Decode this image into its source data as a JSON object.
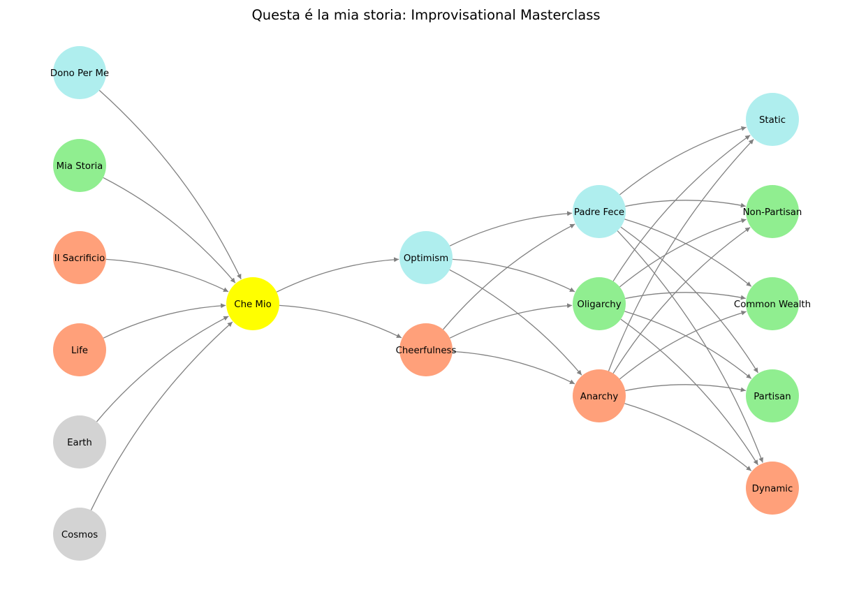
{
  "diagram": {
    "title": "Questa é la mia storia: Improvisational Masterclass",
    "colors": {
      "cyan": "#afeeee",
      "green": "#90ee90",
      "salmon": "#ffa07a",
      "grey": "#d3d3d3",
      "yellow": "#ffff00",
      "edge": "#808080"
    },
    "nodes": [
      {
        "id": "cosmos",
        "label": "Cosmos",
        "color": "grey"
      },
      {
        "id": "earth",
        "label": "Earth",
        "color": "grey"
      },
      {
        "id": "life",
        "label": "Life",
        "color": "salmon"
      },
      {
        "id": "il-sacrificio",
        "label": "Il Sacrificio",
        "color": "salmon"
      },
      {
        "id": "mia-storia",
        "label": "Mia Storia",
        "color": "green"
      },
      {
        "id": "dono-per-me",
        "label": "Dono Per Me",
        "color": "cyan"
      },
      {
        "id": "che-mio",
        "label": "Che Mio",
        "color": "yellow"
      },
      {
        "id": "cheerfulness",
        "label": "Cheerfulness",
        "color": "salmon"
      },
      {
        "id": "optimism",
        "label": "Optimism",
        "color": "cyan"
      },
      {
        "id": "anarchy",
        "label": "Anarchy",
        "color": "salmon"
      },
      {
        "id": "oligarchy",
        "label": "Oligarchy",
        "color": "green"
      },
      {
        "id": "padre-fece",
        "label": "Padre Fece",
        "color": "cyan"
      },
      {
        "id": "dynamic",
        "label": "Dynamic",
        "color": "salmon"
      },
      {
        "id": "partisan",
        "label": "Partisan",
        "color": "green"
      },
      {
        "id": "common-wealth",
        "label": "Common Wealth",
        "color": "green"
      },
      {
        "id": "non-partisan",
        "label": "Non-Partisan",
        "color": "green"
      },
      {
        "id": "static",
        "label": "Static",
        "color": "cyan"
      }
    ],
    "edges": [
      [
        "cosmos",
        "che-mio"
      ],
      [
        "earth",
        "che-mio"
      ],
      [
        "life",
        "che-mio"
      ],
      [
        "il-sacrificio",
        "che-mio"
      ],
      [
        "mia-storia",
        "che-mio"
      ],
      [
        "dono-per-me",
        "che-mio"
      ],
      [
        "che-mio",
        "cheerfulness"
      ],
      [
        "che-mio",
        "optimism"
      ],
      [
        "cheerfulness",
        "anarchy"
      ],
      [
        "cheerfulness",
        "oligarchy"
      ],
      [
        "cheerfulness",
        "padre-fece"
      ],
      [
        "optimism",
        "anarchy"
      ],
      [
        "optimism",
        "oligarchy"
      ],
      [
        "optimism",
        "padre-fece"
      ],
      [
        "anarchy",
        "dynamic"
      ],
      [
        "anarchy",
        "partisan"
      ],
      [
        "anarchy",
        "common-wealth"
      ],
      [
        "anarchy",
        "non-partisan"
      ],
      [
        "anarchy",
        "static"
      ],
      [
        "oligarchy",
        "dynamic"
      ],
      [
        "oligarchy",
        "partisan"
      ],
      [
        "oligarchy",
        "common-wealth"
      ],
      [
        "oligarchy",
        "non-partisan"
      ],
      [
        "oligarchy",
        "static"
      ],
      [
        "padre-fece",
        "dynamic"
      ],
      [
        "padre-fece",
        "partisan"
      ],
      [
        "padre-fece",
        "common-wealth"
      ],
      [
        "padre-fece",
        "non-partisan"
      ],
      [
        "padre-fece",
        "static"
      ]
    ]
  }
}
